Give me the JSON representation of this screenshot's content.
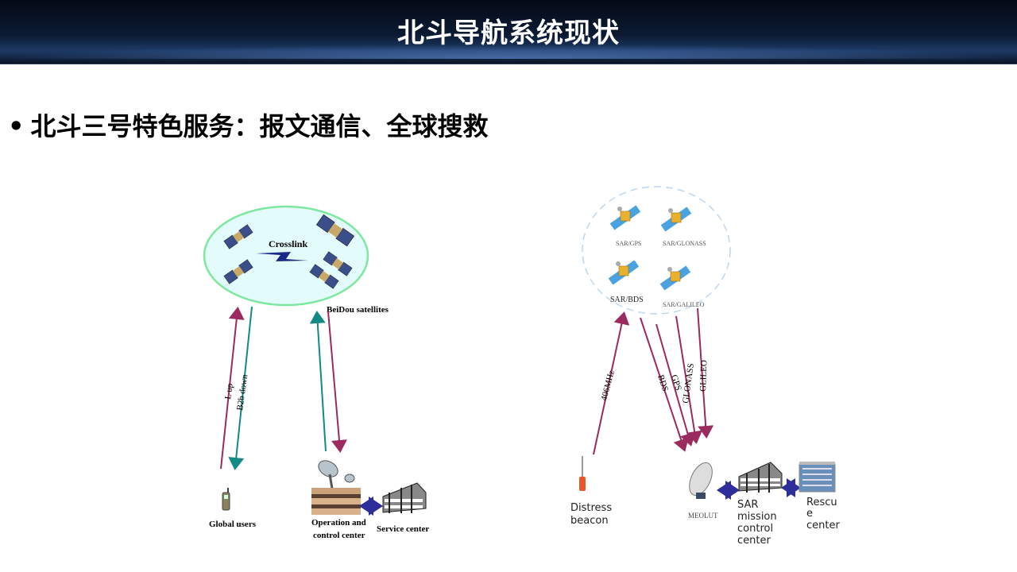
{
  "header": {
    "title": "北斗导航系统现状"
  },
  "bullet": {
    "marker": "•",
    "text": "北斗三号特色服务：报文通信、全球搜救"
  },
  "left_diagram": {
    "crosslink": "Crosslink",
    "satellites": "BeiDou satellites",
    "l_up": "L up",
    "b2b_down": "B2b down",
    "global_users": "Global users",
    "operation_line1": "Operation and",
    "operation_line2": "control center",
    "service_center": "Service center"
  },
  "right_diagram": {
    "sar_gps": "SAR/GPS",
    "sar_glonass": "SAR/GLONASS",
    "sar_bds": "SAR/BDS",
    "sar_galileo": "SAR/GALILEO",
    "freq": "406MHz",
    "bds": "BDS",
    "gps": "GPS",
    "glonass": "GLONASS",
    "galileo": "GLILEO",
    "beacon_line1": "Distress",
    "beacon_line2": "beacon",
    "meolut": "MEOLUT",
    "sar_line1": "SAR",
    "sar_line2": "mission",
    "sar_line3": "control",
    "sar_line4": "center",
    "rescue_line1": "Rescu",
    "rescue_line2": "e",
    "rescue_line3": "center"
  },
  "colors": {
    "uplink": "#9b2a5e",
    "downlink": "#138a86",
    "link": "#2e2e9a"
  }
}
